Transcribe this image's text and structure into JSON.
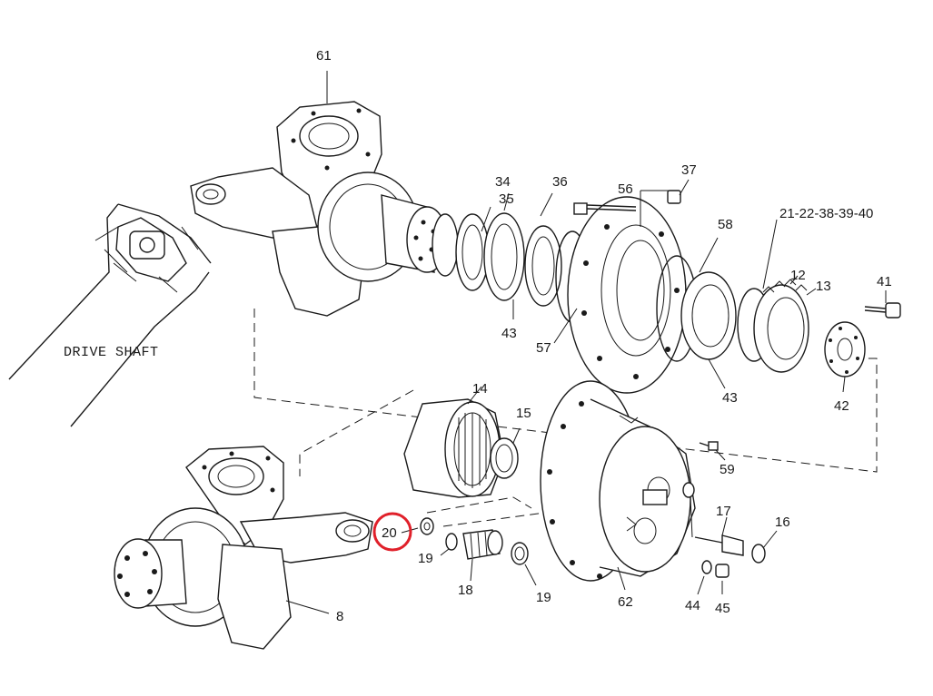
{
  "diagram": {
    "drive_shaft_label": "DRIVE SHAFT",
    "highlight_color": "#e0202a",
    "highlighted_label": "20",
    "part_labels": {
      "p61": "61",
      "p34": "34",
      "p35": "35",
      "p36": "36",
      "p56": "56",
      "p37": "37",
      "p58": "58",
      "p21": "21-22-38-39-40",
      "p12": "12",
      "p13": "13",
      "p41": "41",
      "p42": "42",
      "p43a": "43",
      "p57": "57",
      "p43b": "43",
      "p14": "14",
      "p15": "15",
      "p59": "59",
      "p20": "20",
      "p19a": "19",
      "p18": "18",
      "p19b": "19",
      "p62": "62",
      "p17": "17",
      "p16": "16",
      "p44": "44",
      "p45": "45",
      "p8": "8"
    }
  }
}
